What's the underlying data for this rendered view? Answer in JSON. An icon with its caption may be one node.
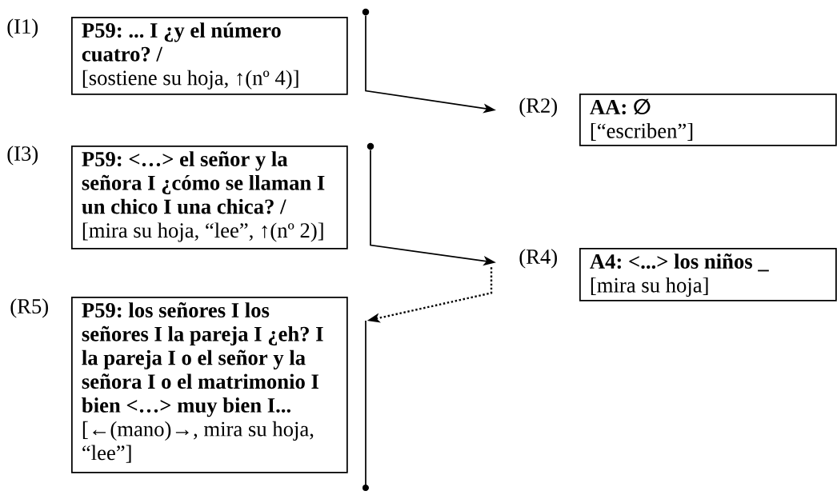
{
  "diagram": {
    "nodes": [
      {
        "text": [
          "P59: ... I ¿y el número cuatro? /",
          "[sostiene su hoja, ↑(nº 4)]"
        ],
        "beside": [
          "(I1)"
        ]
      },
      {
        "text": [
          "AA: ∅",
          "[“escriben”]"
        ],
        "beside": [
          "(R2)"
        ]
      },
      {
        "text": [
          "P59: <…> el señor y la señora I ¿cómo se llaman I un chico I una chica? /",
          "[mira su hoja, “lee”, ↑(nº 2)]"
        ],
        "beside": [
          "(I3)"
        ]
      },
      {
        "text": [
          "A4: <...> los niños _",
          "[mira su hoja]"
        ],
        "beside": [
          "(R4)"
        ]
      },
      {
        "text": [
          "P59: los señores I los señores I la pareja I ¿eh? I la pareja I o el señor y la señora I o el matrimonio I bien <…> muy bien I...",
          "[←(mano)→, mira su hoja, “lee”]"
        ],
        "beside": [
          "(R5)"
        ]
      },
      {
        "text": [],
        "shape": "circle"
      },
      {
        "text": [],
        "shape": "circle"
      }
    ],
    "edges": [
      {
        "from": 5,
        "to": 1,
        "arrow": "to"
      },
      {
        "from": 6,
        "to": 3,
        "arrow": "to"
      },
      {
        "from": 3,
        "to": 4,
        "arrow": "to",
        "style": "dashed"
      }
    ]
  }
}
